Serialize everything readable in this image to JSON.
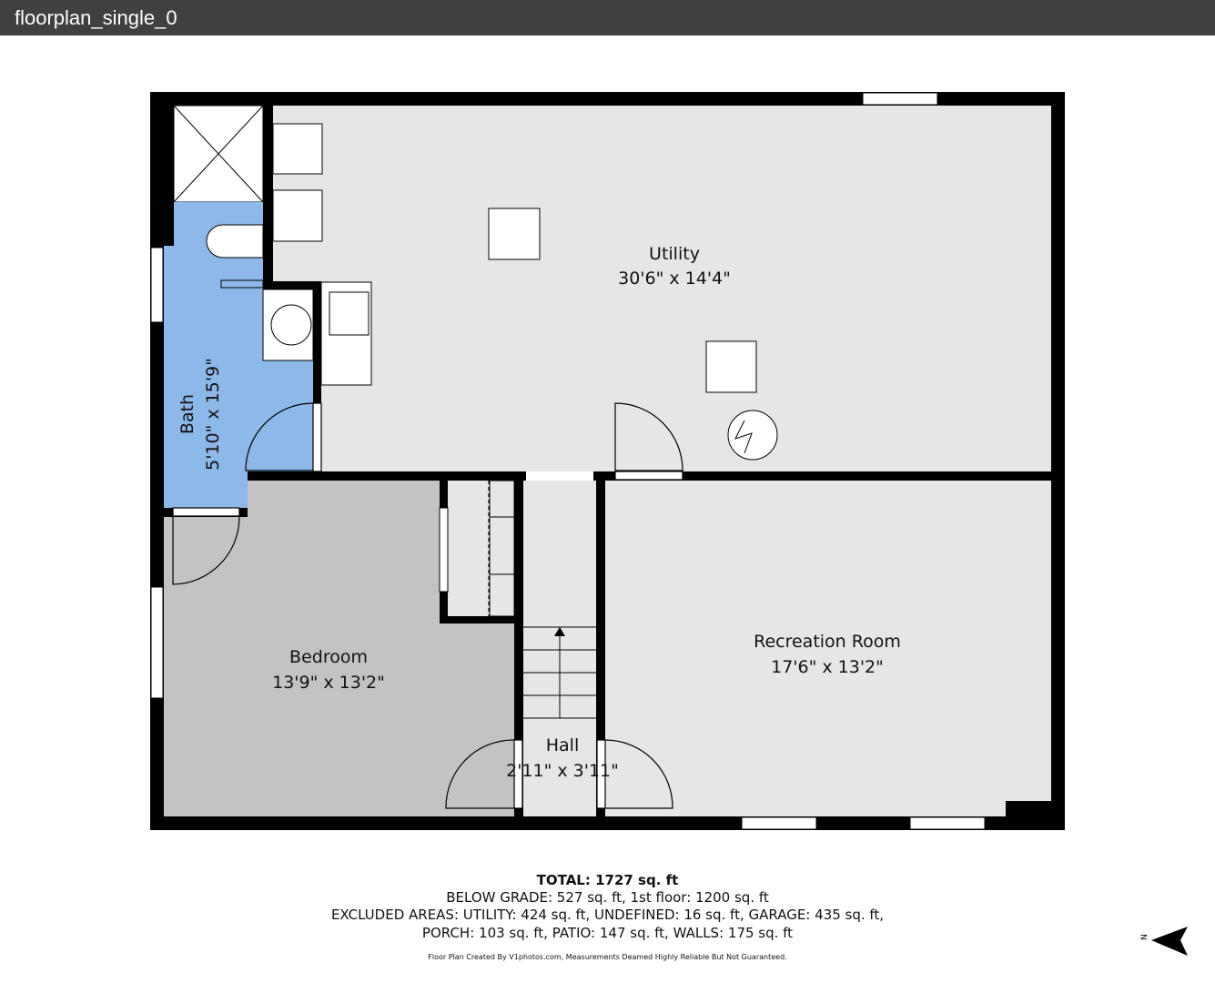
{
  "window": {
    "title": "floorplan_single_0"
  },
  "rooms": {
    "utility": {
      "name": "Utility",
      "size": "30'6\" x 14'4\""
    },
    "bath": {
      "name": "Bath",
      "size": "5'10\" x 15'9\""
    },
    "bedroom": {
      "name": "Bedroom",
      "size": "13'9\" x 13'2\""
    },
    "recreation": {
      "name": "Recreation Room",
      "size": "17'6\" x 13'2\""
    },
    "hall": {
      "name": "Hall",
      "size": "2'11\" x 3'11\""
    }
  },
  "summary": {
    "total": "TOTAL: 1727 sq. ft",
    "line1": "BELOW GRADE: 527 sq. ft, 1st floor: 1200 sq. ft",
    "line2": "EXCLUDED AREAS: UTILITY: 424 sq. ft, UNDEFINED: 16 sq. ft, GARAGE: 435 sq. ft,",
    "line3": "PORCH: 103 sq. ft, PATIO: 147 sq. ft, WALLS: 175 sq. ft",
    "credit": "Floor Plan Created By V1photos.com, Measurements Deamed Highly Reliable But Not Guaranteed."
  },
  "compass": {
    "label": "N"
  },
  "colors": {
    "bath": "#8db8e8",
    "bedroom": "#c3c3c3",
    "floor": "#e6e6e6",
    "wall": "#000000"
  }
}
